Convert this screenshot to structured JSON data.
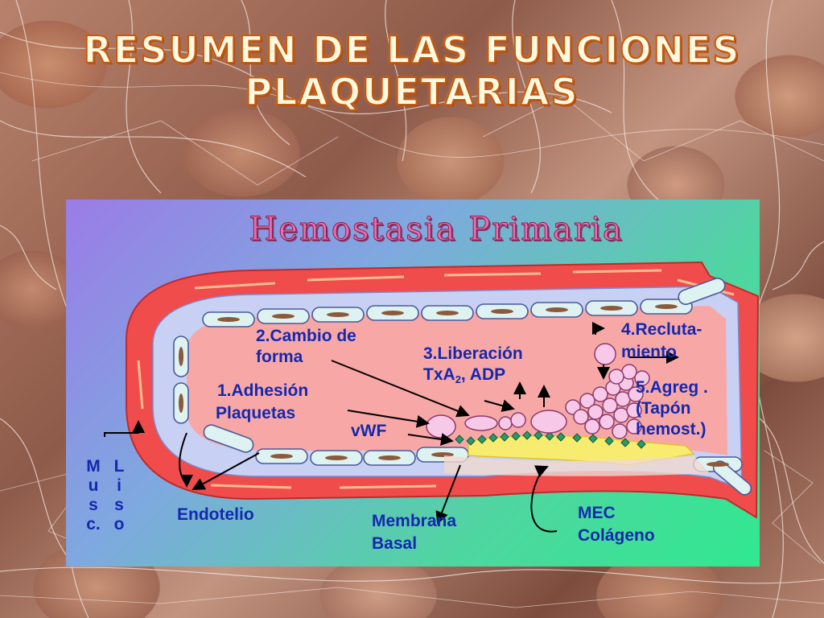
{
  "title": "RESUMEN DE LAS FUNCIONES PLAQUETARIAS",
  "diagram": {
    "heading": "Hemostasia Primaria",
    "labels": {
      "step2": "2.Cambio de",
      "step2b": "forma",
      "step3": "3.Liberación",
      "step3_txa": "TxA",
      "step3_sub": "2",
      "step3_rest": ", ADP",
      "step4": "4.Recluta-",
      "step4b": "miento",
      "step5": "5.Agreg .",
      "step5b": "(Tapón",
      "step5c": "hemost.)",
      "step1": "1.Adhesión",
      "step1b": "Plaquetas",
      "vwf": "vWF",
      "endotelio": "Endotelio",
      "membrana": "Membrana",
      "basal": "Basal",
      "mec": "MEC",
      "colageno": "Colágeno",
      "musc_col1": [
        "M",
        "u",
        "s",
        "c."
      ],
      "musc_col2": [
        "L",
        "i",
        "s",
        "o"
      ]
    }
  },
  "colors": {
    "vessel_wall": "#f04c4c",
    "lumen": "#f5a0a0",
    "endothelium": "#d8f0f0",
    "platelet": "#f8c8e8",
    "label_blue": "#1428b0"
  }
}
